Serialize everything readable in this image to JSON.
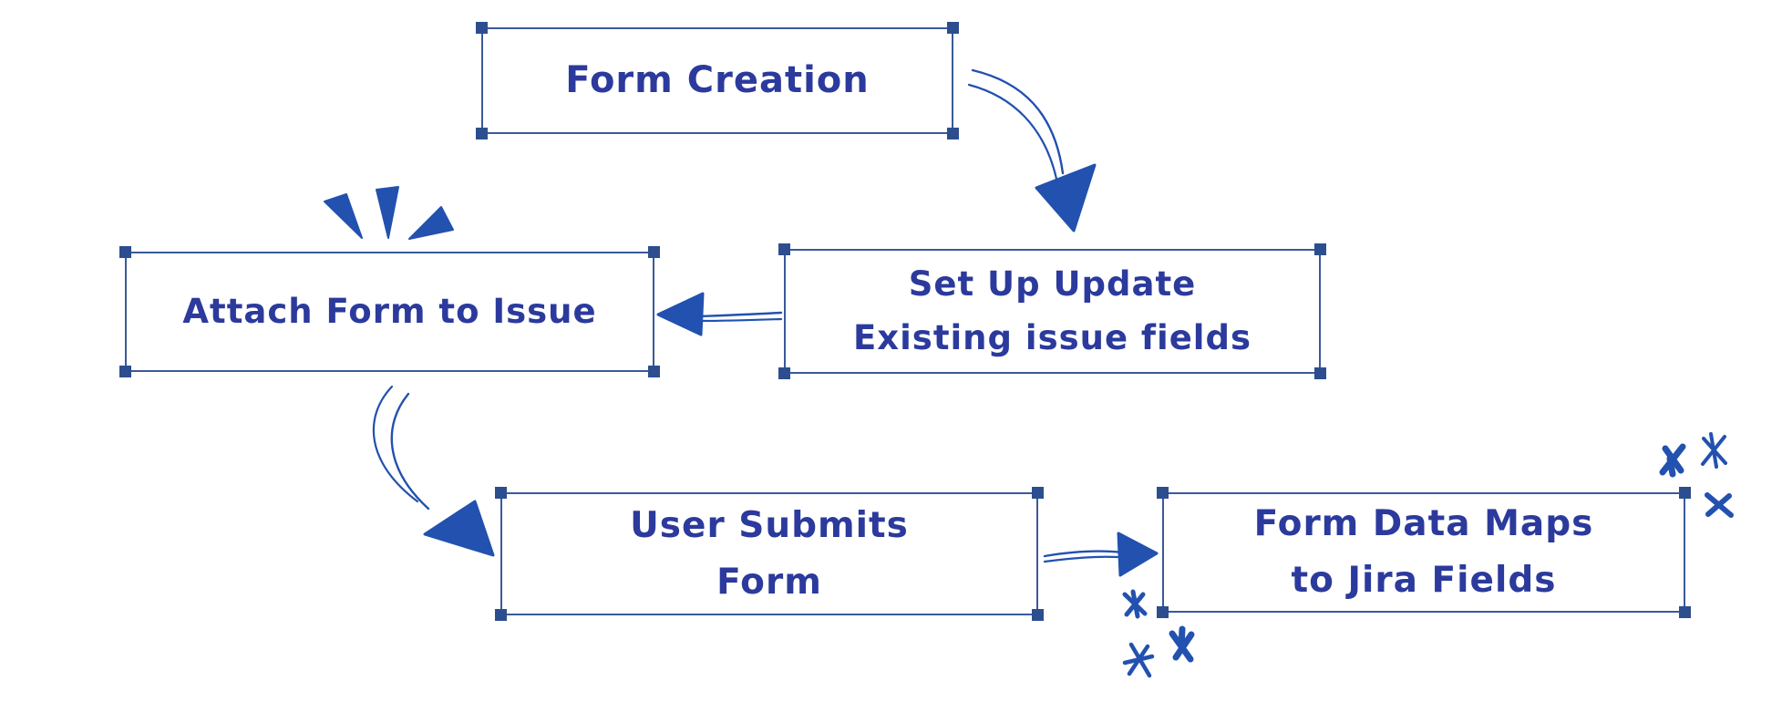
{
  "palette": {
    "ink": "#2b3a9c",
    "box_border": "#3a5a99",
    "handle": "#2c4e8e",
    "sketch": "#2251af",
    "background": "#ffffff"
  },
  "diagram": {
    "nodes": [
      {
        "id": "form-creation",
        "lines": [
          "Form Creation"
        ]
      },
      {
        "id": "setup-update-fields",
        "lines": [
          "Set Up Update",
          "Existing issue fields"
        ]
      },
      {
        "id": "attach-form-to-issue",
        "lines": [
          "Attach Form to Issue"
        ]
      },
      {
        "id": "user-submits-form",
        "lines": [
          "User Submits",
          "Form"
        ]
      },
      {
        "id": "form-data-maps",
        "lines": [
          "Form Data Maps",
          "to Jira Fields"
        ]
      }
    ],
    "connections": [
      {
        "from": "form-creation",
        "to": "setup-update-fields",
        "style": "curved-sketch-arrow"
      },
      {
        "from": "setup-update-fields",
        "to": "attach-form-to-issue",
        "style": "straight-sketch-arrow"
      },
      {
        "from": "attach-form-to-issue",
        "to": "user-submits-form",
        "style": "curved-sketch-arrow"
      },
      {
        "from": "user-submits-form",
        "to": "form-data-maps",
        "style": "straight-sketch-arrow"
      }
    ],
    "decorations": [
      {
        "id": "emphasis-marks",
        "shape": "three-hatched-triangle-rays"
      },
      {
        "id": "star-scribbles",
        "shape": "six-asterisk-stars"
      }
    ]
  }
}
